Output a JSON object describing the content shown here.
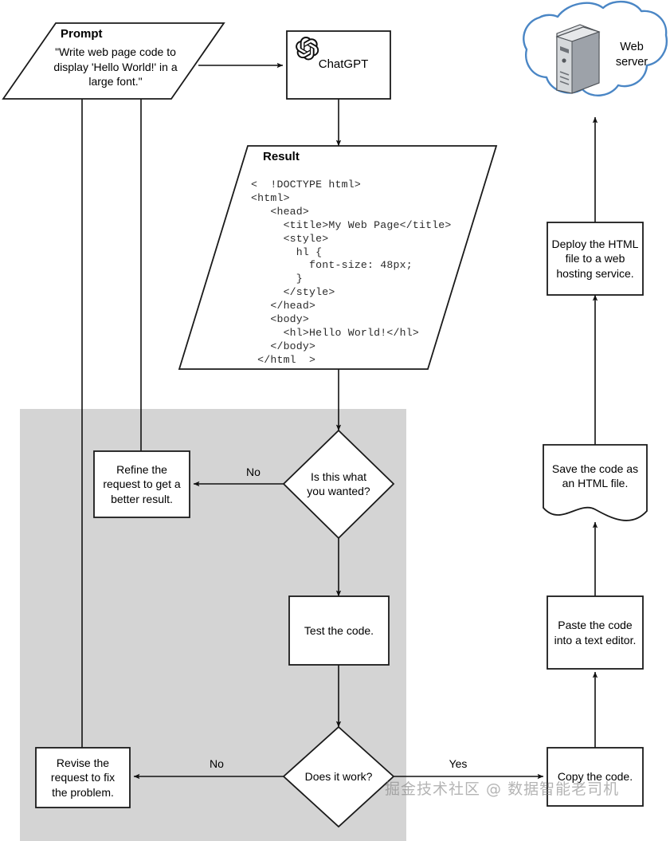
{
  "diagram": {
    "title": "ChatGPT web page creation workflow flowchart",
    "colors": {
      "panel_gray": "#d4d4d4",
      "node_fill": "#ffffff",
      "node_stroke": "#1a1a1a",
      "cloud_stroke": "#4a86c5",
      "server_body": "#c9ccd1",
      "server_top": "#e3e5e8",
      "server_side": "#9da2a9",
      "text": "#000000",
      "code_text": "#2a2a2a",
      "watermark": "#7d7d7d"
    },
    "nodes": {
      "prompt": {
        "heading": "Prompt",
        "body": "\"Write web page code to\ndisplay 'Hello World!' in a\nlarge font.\"",
        "shape": "parallelogram"
      },
      "chatgpt": {
        "label": "ChatGPT",
        "icon": "openai-logo-icon",
        "shape": "rectangle"
      },
      "result": {
        "heading": "Result",
        "code": "<  !DOCTYPE html>\n<html>\n   <head>\n     <title>My Web Page</title>\n     <style>\n       hl {\n         font-size: 48px;\n       }\n     </style>\n   </head>\n   <body>\n     <hl>Hello World!</hl>\n   </body>\n </html  >",
        "shape": "parallelogram"
      },
      "web_server": {
        "label": "Web\nserver",
        "icon": "server-tower-icon",
        "shape": "cloud"
      },
      "deploy": {
        "label": "Deploy the HTML\nfile to a web\nhosting service.",
        "shape": "rectangle"
      },
      "save_html": {
        "label": "Save the code as\nan HTML file.",
        "shape": "document"
      },
      "paste_editor": {
        "label": "Paste the code\ninto a text editor.",
        "shape": "rectangle"
      },
      "copy_code": {
        "label": "Copy the code.",
        "shape": "rectangle"
      },
      "is_this_what_you_wanted": {
        "label": "Is this what\nyou wanted?",
        "shape": "diamond"
      },
      "refine_request": {
        "label": "Refine the\nrequest to get a\nbetter result.",
        "shape": "rectangle"
      },
      "test_the_code": {
        "label": "Test the code.",
        "shape": "rectangle"
      },
      "does_it_work": {
        "label": "Does it work?",
        "shape": "diamond"
      },
      "revise_request": {
        "label": "Revise the\nrequest to fix\nthe problem.",
        "shape": "rectangle"
      }
    },
    "edge_labels": {
      "no_from_wanted": "No",
      "no_from_work": "No",
      "yes_from_work": "Yes"
    },
    "watermark": "掘金技术社区 @ 数据智能老司机"
  }
}
